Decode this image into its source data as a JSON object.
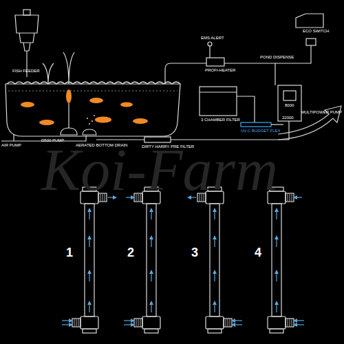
{
  "diagram": {
    "labels": [
      "FISH FEEDER",
      "D500 PUMP",
      "AERATED BOTTOM DRAIN",
      "AIR PUMP",
      "DIRTY HARRY PRE FILTER",
      "EMS ALERT",
      "PROFI-HEATER",
      "POND DISPENSE",
      "ECO SWITCH",
      "3 CHAMBER FILTER",
      "UV-C BUDGET FLEX",
      "8000",
      "MULTIPOWER PUMP",
      "22000",
      "Koi-Farm",
      "1",
      "2",
      "3",
      "4"
    ]
  }
}
